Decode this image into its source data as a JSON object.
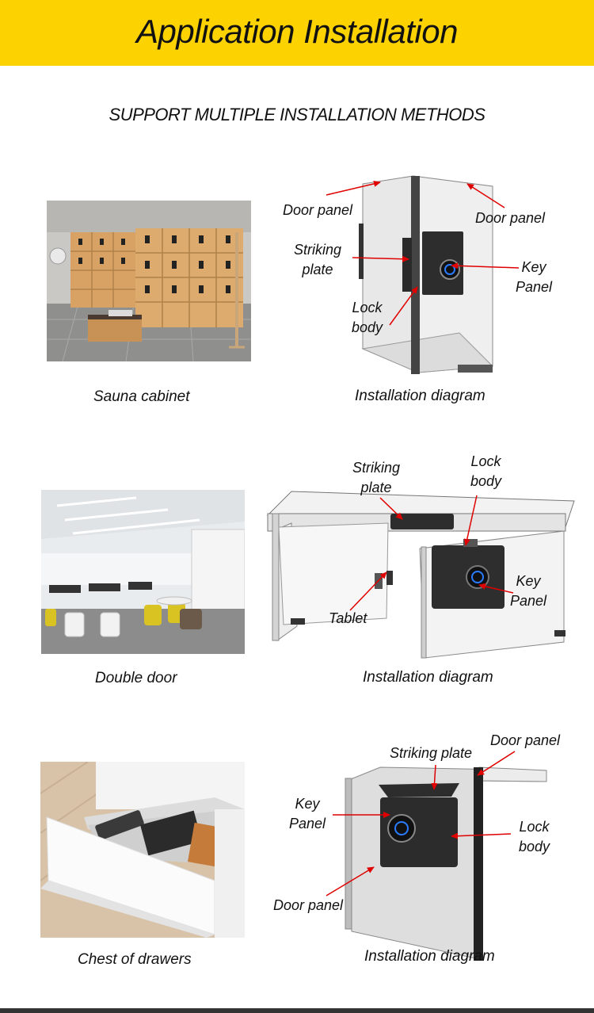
{
  "header": {
    "title": "Application Installation"
  },
  "subtitle": "SUPPORT MULTIPLE INSTALLATION METHODS",
  "sections": [
    {
      "caption": "Sauna cabinet",
      "diagram_caption": "Installation diagram",
      "labels": {
        "door_panel_left": "Door panel",
        "door_panel_right": "Door panel",
        "striking_plate": "Striking\nplate",
        "key_panel": "Key\nPanel",
        "lock_body": "Lock\nbody"
      }
    },
    {
      "caption": "Double door",
      "diagram_caption": "Installation diagram",
      "labels": {
        "striking_plate": "Striking\nplate",
        "lock_body": "Lock\nbody",
        "key_panel": "Key\nPanel",
        "tablet": "Tablet"
      }
    },
    {
      "caption": "Chest of drawers",
      "diagram_caption": "Installation diagram",
      "labels": {
        "striking_plate": "Striking plate",
        "door_panel_top": "Door panel",
        "key_panel": "Key\nPanel",
        "lock_body": "Lock\nbody",
        "door_panel_bottom": "Door panel"
      }
    }
  ],
  "colors": {
    "banner": "#fcd200",
    "arrow": "#e00000"
  }
}
